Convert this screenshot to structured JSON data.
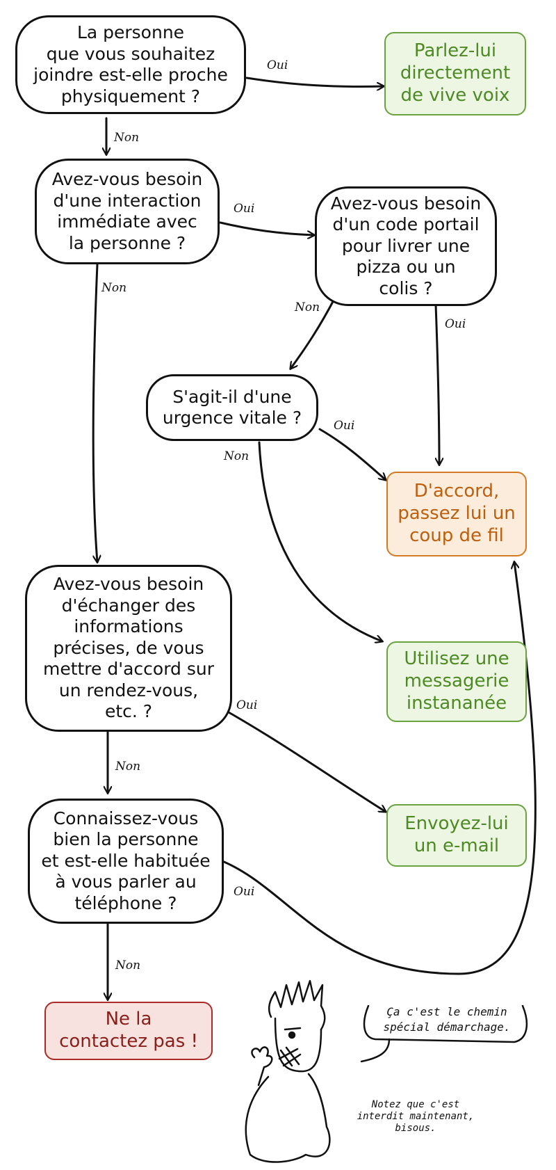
{
  "nodes": {
    "q_proche": "La personne\nque vous souhaitez\njoindre est-elle proche\nphysiquement ?",
    "a_vive_voix": "Parlez-lui\ndirectement\nde vive voix",
    "q_immediate": "Avez-vous besoin\nd'une interaction\nimmédiate avec\nla personne ?",
    "q_code": "Avez-vous besoin\nd'un code portail\npour livrer une\npizza ou un\ncolis ?",
    "q_urgence": "S'agit-il d'une\nurgence vitale ?",
    "a_coup_fil": "D'accord,\npassez lui un\ncoup de fil",
    "q_echanger": "Avez-vous besoin\nd'échanger des\ninformations\nprécises, de vous\nmettre d'accord sur\nun rendez-vous,\netc. ?",
    "a_messagerie": "Utilisez une\nmessagerie\ninstananée",
    "a_email": "Envoyez-lui\nun e-mail",
    "q_connaissez": "Connaissez-vous\nbien la personne\net est-elle habituée\nà vous parler au\ntéléphone ?",
    "a_contactez": "Ne la\ncontactez pas !"
  },
  "labels": {
    "oui": "Oui",
    "non": "Non"
  },
  "comic": {
    "speech": "Ça c'est le chemin\nspécial démarchage.",
    "note": "Notez que c'est\ninterdit maintenant,\nbisous."
  },
  "colors": {
    "ink": "#111111",
    "green": "#6aa23f",
    "orange": "#d27a24",
    "red": "#aa2b26"
  }
}
